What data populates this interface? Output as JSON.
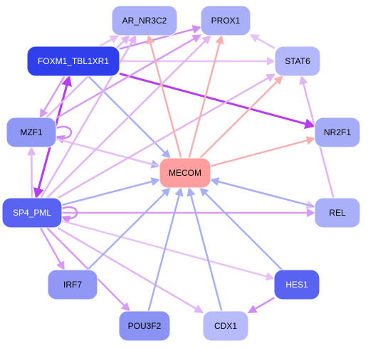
{
  "graph": {
    "nodes": [
      {
        "id": "AR_NR3C2",
        "label": "AR_NR3C2",
        "fill": "#a9b0f8",
        "text": "#000000"
      },
      {
        "id": "PROX1",
        "label": "PROX1",
        "fill": "#a9b0f8",
        "text": "#000000"
      },
      {
        "id": "FOXM1_TBL1XR1",
        "label": "FOXM1_TBL1XR1",
        "fill": "#2f3fec",
        "text": "#ffffff"
      },
      {
        "id": "STAT6",
        "label": "STAT6",
        "fill": "#b3b8fa",
        "text": "#000000"
      },
      {
        "id": "MZF1",
        "label": "MZF1",
        "fill": "#8f98f4",
        "text": "#000000"
      },
      {
        "id": "NR2F1",
        "label": "NR2F1",
        "fill": "#a4abf7",
        "text": "#000000"
      },
      {
        "id": "MECOM",
        "label": "MECOM",
        "fill": "#ff9e9e",
        "text": "#000000"
      },
      {
        "id": "SP4_PML",
        "label": "SP4_PML",
        "fill": "#5963f2",
        "text": "#ffffff"
      },
      {
        "id": "REL",
        "label": "REL",
        "fill": "#aab0f8",
        "text": "#000000"
      },
      {
        "id": "IRF7",
        "label": "IRF7",
        "fill": "#9097f5",
        "text": "#000000"
      },
      {
        "id": "HES1",
        "label": "HES1",
        "fill": "#5963f2",
        "text": "#ffffff"
      },
      {
        "id": "POU3F2",
        "label": "POU3F2",
        "fill": "#8a92f4",
        "text": "#000000"
      },
      {
        "id": "CDX1",
        "label": "CDX1",
        "fill": "#b7bbfa",
        "text": "#000000"
      }
    ],
    "edges": [
      {
        "from": "FOXM1_TBL1XR1",
        "to": "NR2F1",
        "color": "#b63ef0"
      },
      {
        "from": "FOXM1_TBL1XR1",
        "to": "MECOM",
        "color": "#a8b0f4"
      },
      {
        "from": "FOXM1_TBL1XR1",
        "to": "AR_NR3C2",
        "color": "#e8c1f7"
      },
      {
        "from": "FOXM1_TBL1XR1",
        "to": "PROX1",
        "color": "#d08af4"
      },
      {
        "from": "FOXM1_TBL1XR1",
        "to": "STAT6",
        "color": "#e8c1f7"
      },
      {
        "from": "FOXM1_TBL1XR1",
        "to": "MZF1",
        "color": "#d89af5"
      },
      {
        "from": "FOXM1_TBL1XR1",
        "to": "SP4_PML",
        "color": "#b63ef0"
      },
      {
        "from": "SP4_PML",
        "to": "FOXM1_TBL1XR1",
        "color": "#b63ef0"
      },
      {
        "from": "MZF1",
        "to": "AR_NR3C2",
        "color": "#e2b4f6"
      },
      {
        "from": "MZF1",
        "to": "PROX1",
        "color": "#d89af5"
      },
      {
        "from": "MZF1",
        "to": "MZF1",
        "color": "#d08af4"
      },
      {
        "from": "MZF1",
        "to": "MECOM",
        "color": "#a8b0f4"
      },
      {
        "from": "MZF1",
        "to": "REL",
        "color": "#e8c1f7"
      },
      {
        "from": "SP4_PML",
        "to": "MZF1",
        "color": "#e2b4f6"
      },
      {
        "from": "SP4_PML",
        "to": "AR_NR3C2",
        "color": "#e2b4f6"
      },
      {
        "from": "SP4_PML",
        "to": "PROX1",
        "color": "#e2b4f6"
      },
      {
        "from": "SP4_PML",
        "to": "STAT6",
        "color": "#e2b4f6"
      },
      {
        "from": "SP4_PML",
        "to": "MECOM",
        "color": "#a8b0f4"
      },
      {
        "from": "SP4_PML",
        "to": "REL",
        "color": "#d89af5"
      },
      {
        "from": "SP4_PML",
        "to": "SP4_PML",
        "color": "#d08af4"
      },
      {
        "from": "SP4_PML",
        "to": "IRF7",
        "color": "#d89af5"
      },
      {
        "from": "SP4_PML",
        "to": "POU3F2",
        "color": "#d89af5"
      },
      {
        "from": "SP4_PML",
        "to": "CDX1",
        "color": "#e2b4f6"
      },
      {
        "from": "SP4_PML",
        "to": "HES1",
        "color": "#e8c1f7"
      },
      {
        "from": "MECOM",
        "to": "AR_NR3C2",
        "color": "#f7b0b0"
      },
      {
        "from": "MECOM",
        "to": "PROX1",
        "color": "#f7b0b0"
      },
      {
        "from": "MECOM",
        "to": "STAT6",
        "color": "#f7b0b0"
      },
      {
        "from": "MECOM",
        "to": "NR2F1",
        "color": "#f7b0b0"
      },
      {
        "from": "REL",
        "to": "MECOM",
        "color": "#a8b0f4"
      },
      {
        "from": "REL",
        "to": "STAT6",
        "color": "#e2b4f6"
      },
      {
        "from": "HES1",
        "to": "MECOM",
        "color": "#a8b0f4"
      },
      {
        "from": "HES1",
        "to": "CDX1",
        "color": "#d08af4"
      },
      {
        "from": "IRF7",
        "to": "MECOM",
        "color": "#a8b0f4"
      },
      {
        "from": "POU3F2",
        "to": "MECOM",
        "color": "#a8b0f4"
      },
      {
        "from": "CDX1",
        "to": "MECOM",
        "color": "#a8b0f4"
      },
      {
        "from": "STAT6",
        "to": "PROX1",
        "color": "#e8c1f7"
      }
    ]
  }
}
